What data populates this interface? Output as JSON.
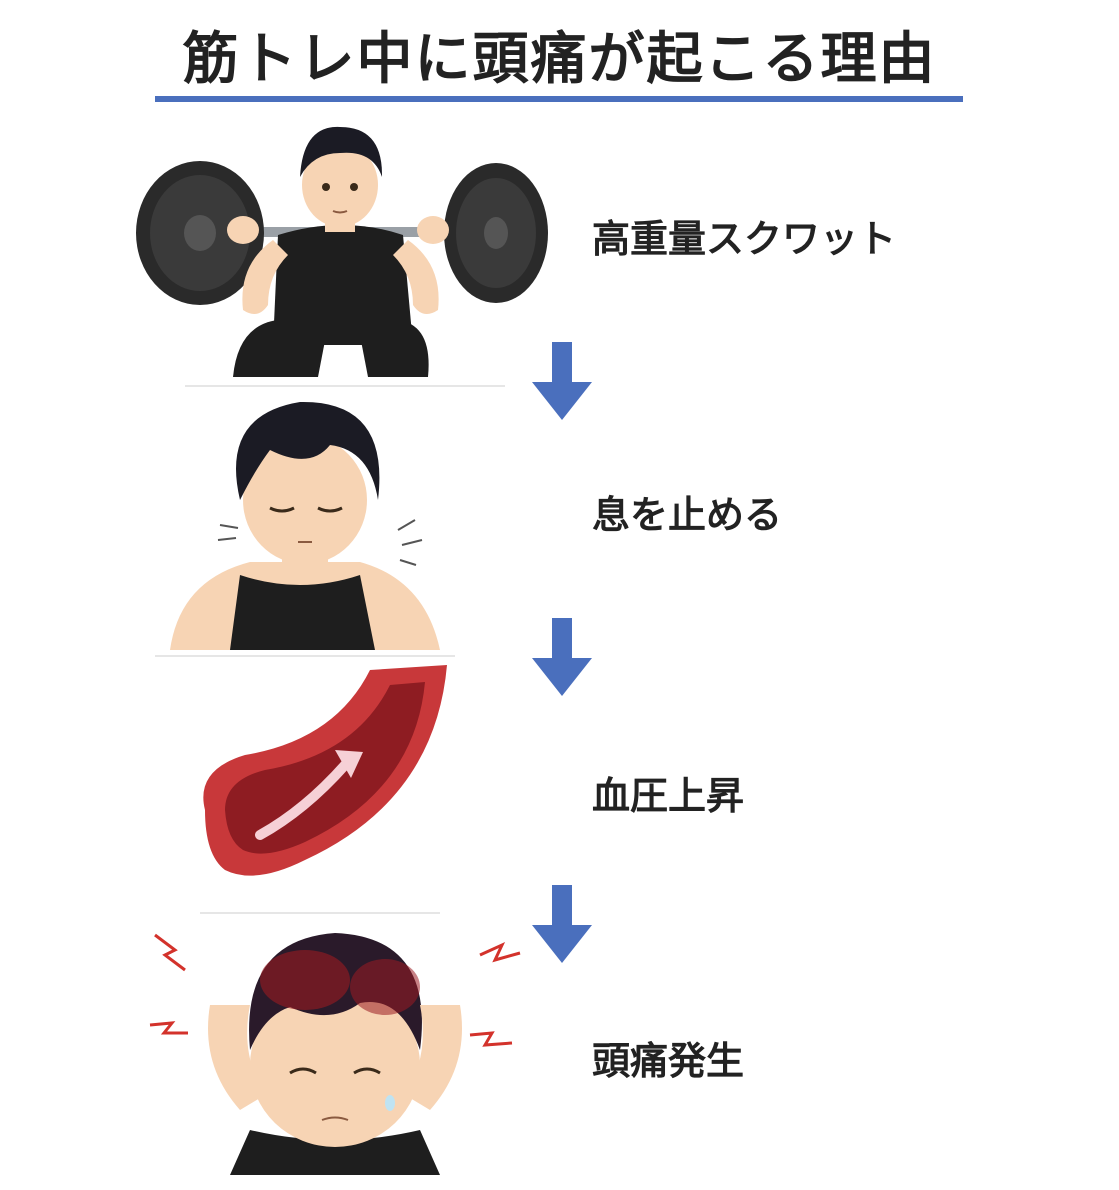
{
  "title": "筋トレ中に頭痛が起こる理由",
  "colors": {
    "accent": "#4a6fbd",
    "text": "#222222",
    "vessel": "#c8383a",
    "hair": "#1b1b24",
    "skin": "#f7d4b4",
    "shirt": "#1e1e1e",
    "pain": "#d3322b"
  },
  "steps": [
    {
      "label": "高重量スクワット",
      "illustration": "barbell-squat"
    },
    {
      "label": "息を止める",
      "illustration": "holding-breath"
    },
    {
      "label": "血圧上昇",
      "illustration": "blood-vessel-arrow"
    },
    {
      "label": "頭痛発生",
      "illustration": "headache"
    }
  ],
  "arrows": [
    "down-arrow",
    "down-arrow",
    "down-arrow"
  ]
}
